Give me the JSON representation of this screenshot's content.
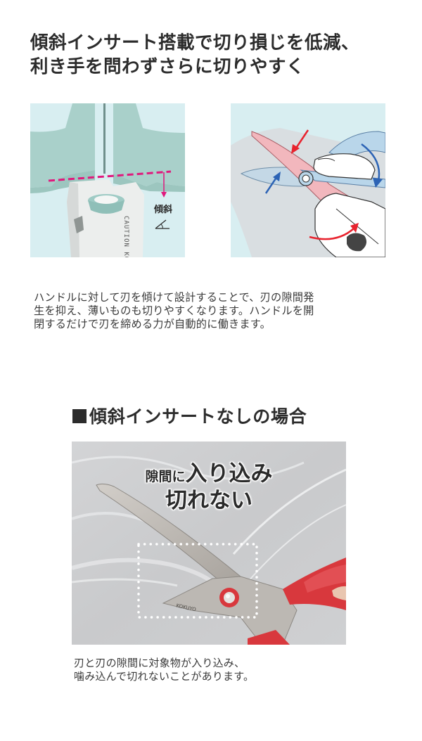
{
  "headline": {
    "line1": "傾斜インサート搭載で切り損じを低減、",
    "line2": "利き手を問わずさらに切りやすく"
  },
  "figure_left": {
    "description": "Close-up of scissors pivot with tilted insert, pink dashed line showing angle",
    "angle_label": "傾斜",
    "colors": {
      "background": "#d8eef1",
      "handle": "#a7cfc9",
      "guide_line": "#e0197d",
      "blade": "#e9ebea"
    }
  },
  "figure_right": {
    "description": "Illustration of hand holding scissors with red and blue arrows showing blade pressure",
    "colors": {
      "background": "#d8eef1",
      "blade_pink": "#f2b7bd",
      "blade_blue": "#b9d6ea",
      "arrow_red": "#e8232e",
      "arrow_blue": "#2c63b5"
    }
  },
  "description": {
    "line1": "ハンドルに対して刃を傾けて設計することで、刃の隙間発",
    "line2": "生を抑え、薄いものも切りやすくなります。ハンドルを開",
    "line3": "閉するだけで刃を締める力が自動的に働きます。"
  },
  "comparison": {
    "heading_marker": "■",
    "heading": "傾斜インサートなしの場合",
    "photo": {
      "overlay_small": "隙間に",
      "overlay_big1": "入り込み",
      "overlay_big2": "切れない",
      "brand_engraving": "KOKUYO",
      "colors": {
        "background": "#cfd0d2",
        "handle": "#d8383d",
        "blade": "#b9b5b0"
      }
    },
    "caption_line1": "刃と刃の隙間に対象物が入り込み、",
    "caption_line2": "噛み込んで切れないことがあります。"
  }
}
